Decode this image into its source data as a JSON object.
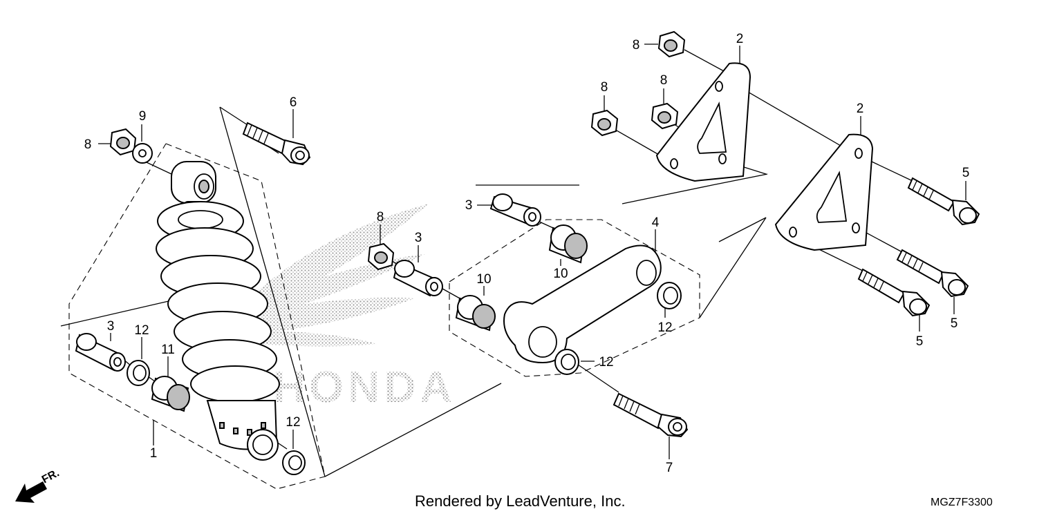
{
  "diagram": {
    "watermark": "HONDA",
    "footer": "Rendered by LeadVenture, Inc.",
    "diagram_code": "MGZ7F3300",
    "direction_label": "FR.",
    "callouts": {
      "c1": "1",
      "c2a": "2",
      "c2b": "2",
      "c3a": "3",
      "c3b": "3",
      "c3c": "3",
      "c4": "4",
      "c5a": "5",
      "c5b": "5",
      "c5c": "5",
      "c6": "6",
      "c7": "7",
      "c8a": "8",
      "c8b": "8",
      "c8c": "8",
      "c8d": "8",
      "c8e": "8",
      "c9": "9",
      "c10a": "10",
      "c10b": "10",
      "c11": "11",
      "c12a": "12",
      "c12b": "12",
      "c12c": "12",
      "c12d": "12"
    }
  }
}
